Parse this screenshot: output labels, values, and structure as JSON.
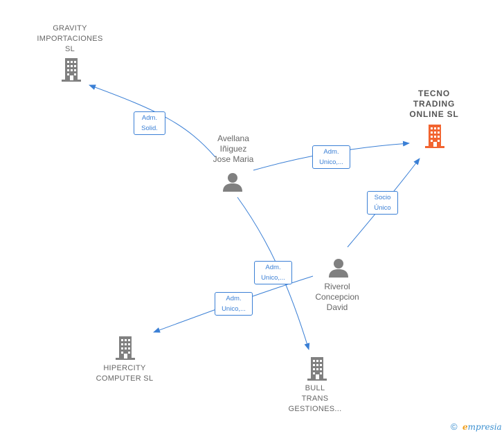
{
  "nodes": {
    "gravity": {
      "type": "company",
      "label": "GRAVITY\nIMPORTACIONES\nSL",
      "color": "#808080"
    },
    "tecno": {
      "type": "company",
      "label": "TECNO\nTRADING\nONLINE  SL",
      "color": "#f26430"
    },
    "hipercity": {
      "type": "company",
      "label": "HIPERCITY\nCOMPUTER  SL",
      "color": "#808080"
    },
    "bull": {
      "type": "company",
      "label": "BULL\nTRANS\nGESTIONES...",
      "color": "#808080"
    },
    "avellana": {
      "type": "person",
      "label": "Avellana\nIñiguez\nJose Maria",
      "color": "#808080"
    },
    "riverol": {
      "type": "person",
      "label": "Riverol\nConcepcion\nDavid",
      "color": "#808080"
    }
  },
  "edges": {
    "e1": {
      "label": "Adm.\nSolid."
    },
    "e2": {
      "label": "Adm.\nUnico,..."
    },
    "e3": {
      "label": "Socio\nÚnico"
    },
    "e4": {
      "label": "Adm.\nUnico,..."
    },
    "e5": {
      "label": "Adm.\nUnico,..."
    }
  },
  "footer": {
    "copyright": "©",
    "brand_e": "e",
    "brand_rest": "mpresia"
  },
  "colors": {
    "edge": "#3a7fd5",
    "highlight": "#f26430",
    "node": "#808080"
  }
}
